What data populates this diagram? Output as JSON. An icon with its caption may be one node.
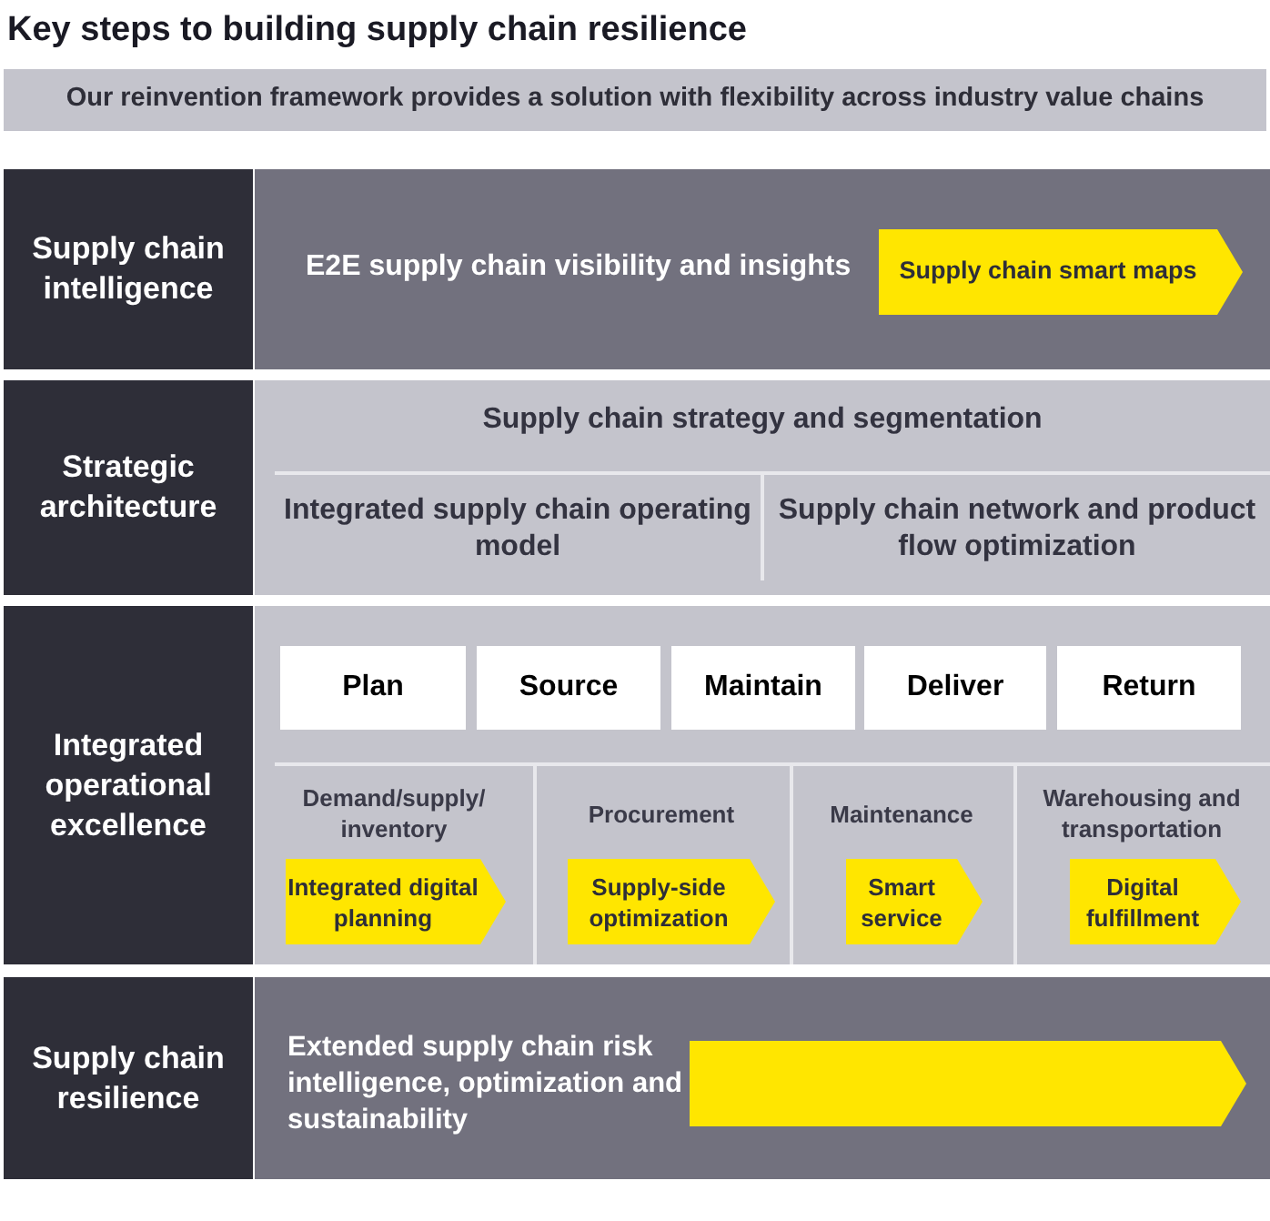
{
  "diagram": {
    "title": "Key steps to building supply chain resilience",
    "nodes": [
      {
        "text": [
          "Our reinvention framework provides a solution with flexibility across industry value chains"
        ]
      },
      {
        "text": [
          "Supply chain intelligence"
        ]
      },
      {
        "text": [
          "E2E supply chain visibility and insights"
        ]
      },
      {
        "text": [
          "Supply chain smart maps"
        ],
        "in": 2
      },
      {
        "text": [
          "Strategic architecture"
        ]
      },
      {
        "text": [
          "Supply chain strategy and segmentation",
          "Integrated supply chain operating model",
          "Supply chain network and product flow optimization"
        ]
      },
      {
        "text": [
          "Integrated operational excellence"
        ]
      },
      {
        "text": [
          "Demand/supply/ inventory",
          "Procurement",
          "Maintenance",
          "Warehousing and transportation"
        ]
      },
      {
        "text": [
          "Plan"
        ],
        "in": 7
      },
      {
        "text": [
          "Source"
        ],
        "in": 7
      },
      {
        "text": [
          "Maintain"
        ],
        "in": 7
      },
      {
        "text": [
          "Deliver"
        ],
        "in": 7
      },
      {
        "text": [
          "Return"
        ],
        "in": 7
      },
      {
        "text": [
          "Integrated digital planning"
        ],
        "in": 7
      },
      {
        "text": [
          "Supply-side optimization"
        ],
        "in": 7
      },
      {
        "text": [
          "Smart service"
        ],
        "in": 7
      },
      {
        "text": [
          "Digital fulfillment"
        ],
        "in": 7
      },
      {
        "text": [
          "Supply chain resilience"
        ]
      },
      {
        "text": [
          "Extended supply chain risk intelligence, optimization and sustainability"
        ]
      },
      {
        "text": [],
        "shape": "chevron",
        "in": 18
      }
    ]
  }
}
